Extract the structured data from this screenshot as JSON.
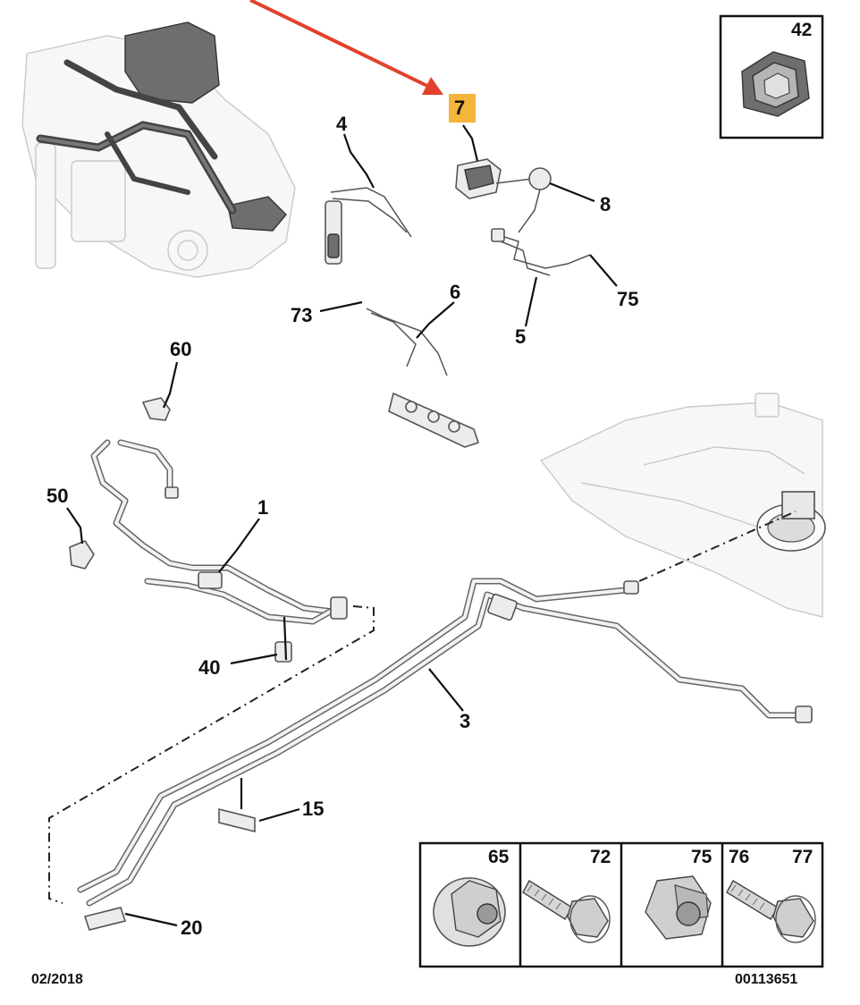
{
  "callouts": {
    "c1": "1",
    "c3": "3",
    "c4": "4",
    "c5": "5",
    "c6": "6",
    "c7": "7",
    "c8": "8",
    "c15": "15",
    "c20": "20",
    "c40": "40",
    "c50": "50",
    "c60": "60",
    "c73": "73",
    "c75": "75"
  },
  "inset_top": {
    "label": "42"
  },
  "inset_bottom": {
    "cells": [
      {
        "labels": [
          "65"
        ]
      },
      {
        "labels": [
          "72"
        ]
      },
      {
        "labels": [
          "75"
        ]
      },
      {
        "labels": [
          "76",
          "77"
        ]
      }
    ]
  },
  "footer": {
    "date": "02/2018",
    "reference": "00113651"
  },
  "colors": {
    "highlight": "#f5b43c",
    "arrow": "#e2412b",
    "line": "#111111"
  }
}
